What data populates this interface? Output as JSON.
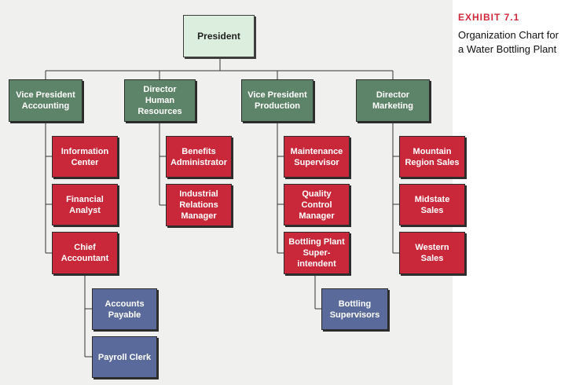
{
  "exhibit": {
    "label": "EXHIBIT 7.1",
    "title_lines": [
      "Organization Chart for",
      "a Water Bottling Plant"
    ]
  },
  "colors": {
    "president": "#dceedd",
    "executive": "#5d8468",
    "department": "#c8283a",
    "staff": "#5a6a9a",
    "exhibit_label": "#d0273a"
  },
  "org": {
    "president": "President",
    "vp_accounting": "Vice President\nAccounting",
    "dir_hr": "Director\nHuman\nResources",
    "vp_production": "Vice President\nProduction",
    "dir_marketing": "Director\nMarketing",
    "information_center": "Information\nCenter",
    "financial_analyst": "Financial\nAnalyst",
    "chief_accountant": "Chief\nAccountant",
    "accounts_payable": "Accounts\nPayable",
    "payroll_clerk": "Payroll Clerk",
    "benefits_administrator": "Benefits\nAdministrator",
    "industrial_relations_manager": "Industrial\nRelations\nManager",
    "maintenance_supervisor": "Maintenance\nSupervisor",
    "quality_control_manager": "Quality\nControl\nManager",
    "bottling_plant_superintendent": "Bottling Plant\nSuper-\nintendent",
    "bottling_supervisors": "Bottling\nSupervisors",
    "mountain_region_sales": "Mountain\nRegion Sales",
    "midstate_sales": "Midstate\nSales",
    "western_sales": "Western\nSales"
  }
}
